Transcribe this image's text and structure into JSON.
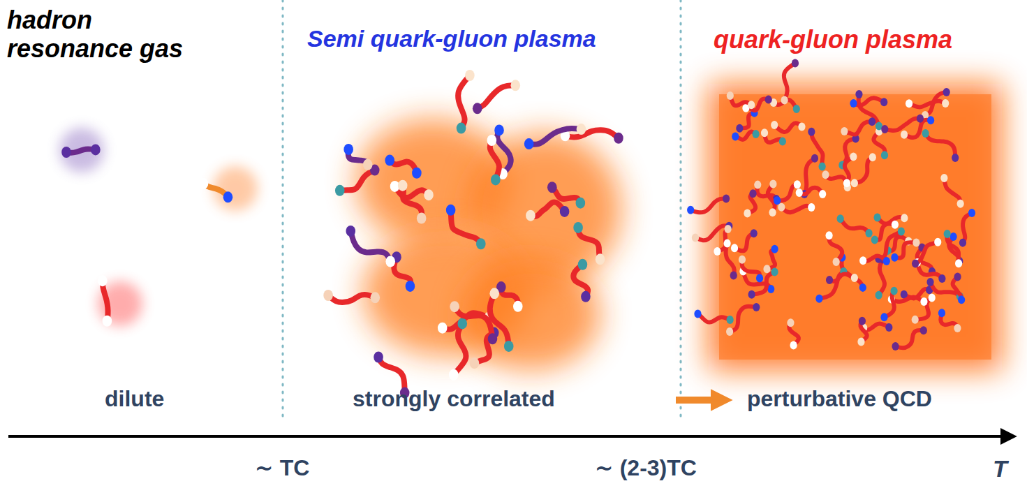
{
  "diagram": {
    "labels": [
      "hadron resonance gas",
      "Semi quark-gluon plasma",
      "quark-gluon plasma",
      "dilute",
      "strongly correlated",
      "perturbative QCD",
      "∼ TC",
      "∼ (2-3)TC",
      "T"
    ]
  }
}
